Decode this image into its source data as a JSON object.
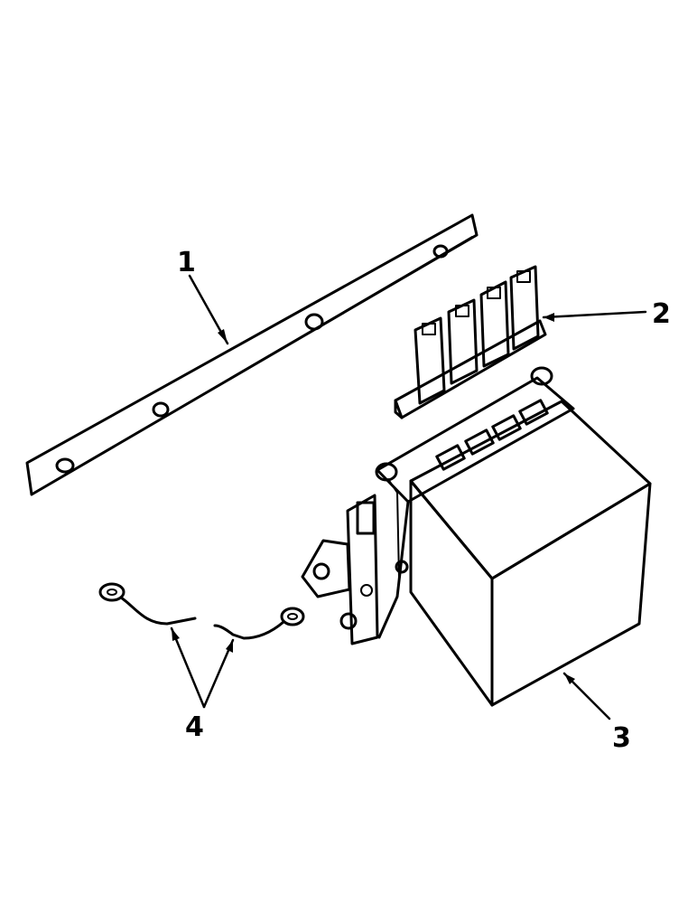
{
  "diagram": {
    "callouts": [
      {
        "id": "1",
        "label": "1",
        "part": "mounting-strip"
      },
      {
        "id": "2",
        "label": "2",
        "part": "terminal-connector"
      },
      {
        "id": "3",
        "label": "3",
        "part": "voltage-regulator"
      },
      {
        "id": "4",
        "label": "4",
        "part": "ground-wires"
      }
    ],
    "colors": {
      "ink": "#000000",
      "paper": "#ffffff"
    }
  }
}
